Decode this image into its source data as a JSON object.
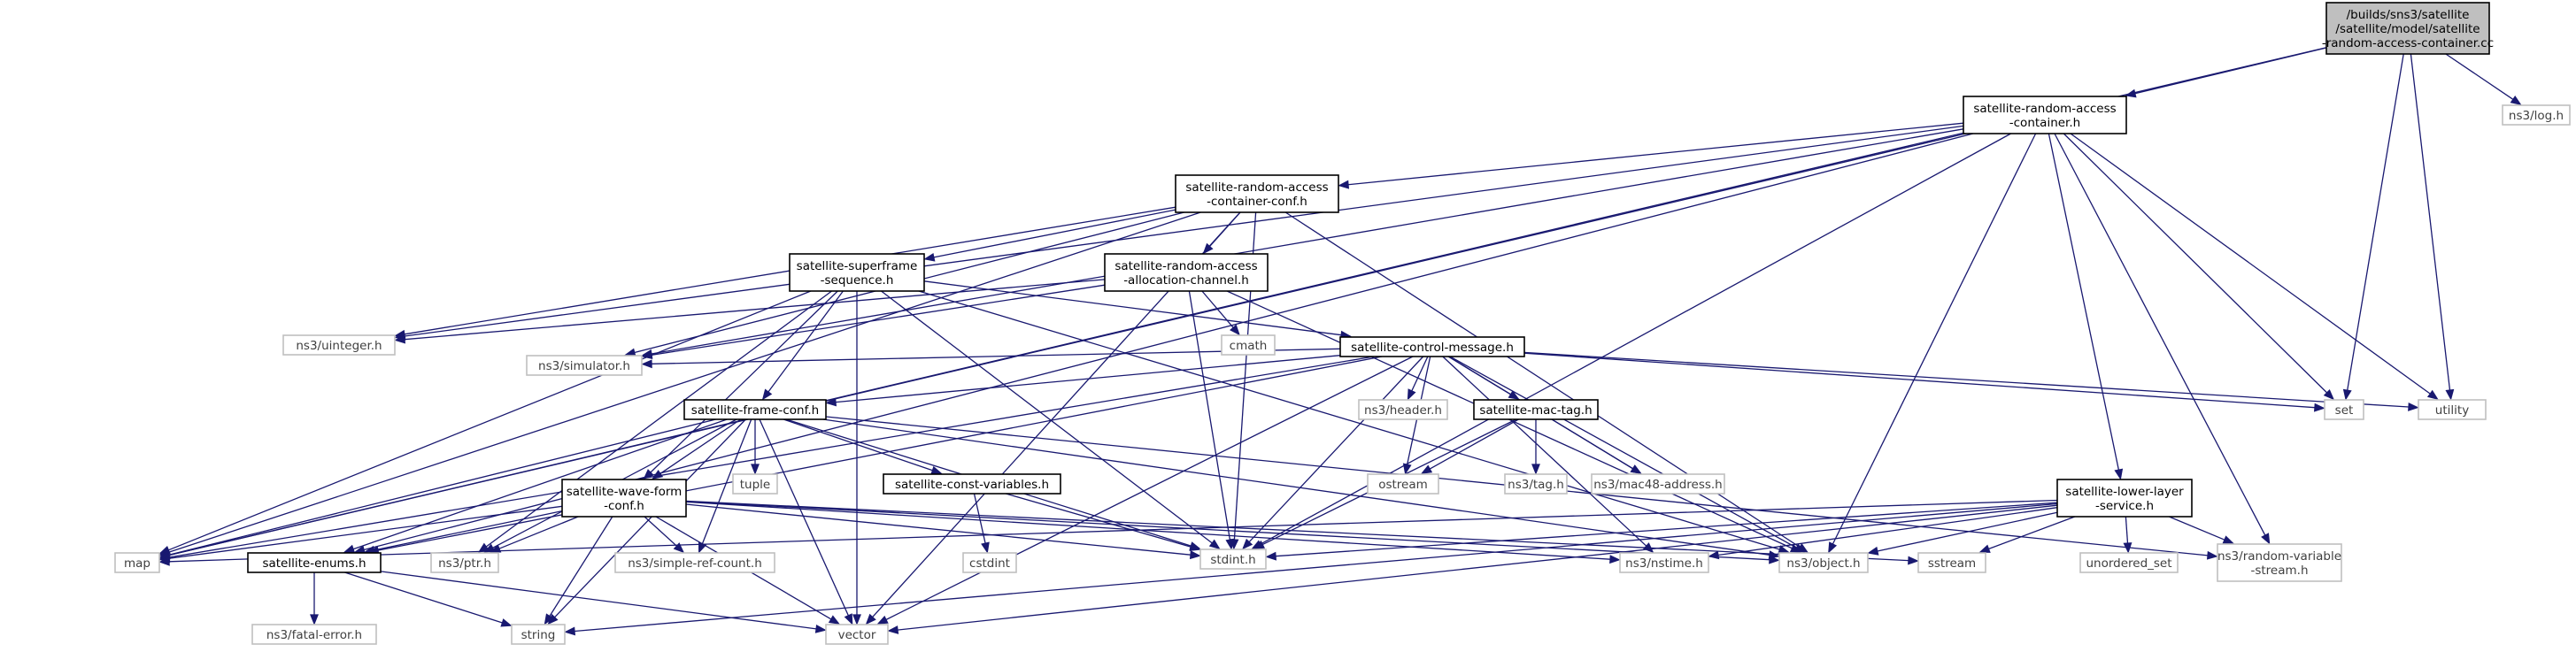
{
  "diagram": {
    "title": "",
    "colors": {
      "edge": "#191970",
      "root_fill": "#bfbfbf",
      "root_border": "#000000",
      "project_fill": "#ffffff",
      "project_border": "#000000",
      "external_fill": "#ffffff",
      "external_border": "#bfbfbf",
      "project_text": "#000000",
      "external_text": "#404040"
    },
    "nodes": [
      {
        "id": "root",
        "kind": "root",
        "lines": [
          "/builds/sns3/satellite",
          "/satellite/model/satellite",
          "-random-access-container.cc"
        ]
      },
      {
        "id": "ra_container",
        "kind": "project",
        "lines": [
          "satellite-random-access",
          "-container.h"
        ]
      },
      {
        "id": "log",
        "kind": "external",
        "lines": [
          "ns3/log.h"
        ]
      },
      {
        "id": "ra_conf",
        "kind": "project",
        "lines": [
          "satellite-random-access",
          "-container-conf.h"
        ]
      },
      {
        "id": "superframe",
        "kind": "project",
        "lines": [
          "satellite-superframe",
          "-sequence.h"
        ]
      },
      {
        "id": "ra_alloc",
        "kind": "project",
        "lines": [
          "satellite-random-access",
          "-allocation-channel.h"
        ]
      },
      {
        "id": "uinteger",
        "kind": "external",
        "lines": [
          "ns3/uinteger.h"
        ]
      },
      {
        "id": "cmath",
        "kind": "external",
        "lines": [
          "cmath"
        ]
      },
      {
        "id": "ctrl_msg",
        "kind": "project",
        "lines": [
          "satellite-control-message.h"
        ]
      },
      {
        "id": "simulator",
        "kind": "external",
        "lines": [
          "ns3/simulator.h"
        ]
      },
      {
        "id": "frame_conf",
        "kind": "project",
        "lines": [
          "satellite-frame-conf.h"
        ]
      },
      {
        "id": "header",
        "kind": "external",
        "lines": [
          "ns3/header.h"
        ]
      },
      {
        "id": "mac_tag",
        "kind": "project",
        "lines": [
          "satellite-mac-tag.h"
        ]
      },
      {
        "id": "set",
        "kind": "external",
        "lines": [
          "set"
        ]
      },
      {
        "id": "utility",
        "kind": "external",
        "lines": [
          "utility"
        ]
      },
      {
        "id": "tuple",
        "kind": "external",
        "lines": [
          "tuple"
        ]
      },
      {
        "id": "ostream",
        "kind": "external",
        "lines": [
          "ostream"
        ]
      },
      {
        "id": "tag",
        "kind": "external",
        "lines": [
          "ns3/tag.h"
        ]
      },
      {
        "id": "mac48",
        "kind": "external",
        "lines": [
          "ns3/mac48-address.h"
        ]
      },
      {
        "id": "wave_form",
        "kind": "project",
        "lines": [
          "satellite-wave-form",
          "-conf.h"
        ]
      },
      {
        "id": "const_vars",
        "kind": "project",
        "lines": [
          "satellite-const-variables.h"
        ]
      },
      {
        "id": "lower_layer",
        "kind": "project",
        "lines": [
          "satellite-lower-layer",
          "-service.h"
        ]
      },
      {
        "id": "cstdint",
        "kind": "external",
        "lines": [
          "cstdint"
        ]
      },
      {
        "id": "map",
        "kind": "external",
        "lines": [
          "map"
        ]
      },
      {
        "id": "enums",
        "kind": "project",
        "lines": [
          "satellite-enums.h"
        ]
      },
      {
        "id": "ptr",
        "kind": "external",
        "lines": [
          "ns3/ptr.h"
        ]
      },
      {
        "id": "simple_ref",
        "kind": "external",
        "lines": [
          "ns3/simple-ref-count.h"
        ]
      },
      {
        "id": "stdint",
        "kind": "external",
        "lines": [
          "stdint.h"
        ]
      },
      {
        "id": "nstime",
        "kind": "external",
        "lines": [
          "ns3/nstime.h"
        ]
      },
      {
        "id": "object",
        "kind": "external",
        "lines": [
          "ns3/object.h"
        ]
      },
      {
        "id": "sstream",
        "kind": "external",
        "lines": [
          "sstream"
        ]
      },
      {
        "id": "unordered_set",
        "kind": "external",
        "lines": [
          "unordered_set"
        ]
      },
      {
        "id": "random_var",
        "kind": "external",
        "lines": [
          "ns3/random-variable",
          "-stream.h"
        ]
      },
      {
        "id": "fatal_error",
        "kind": "external",
        "lines": [
          "ns3/fatal-error.h"
        ]
      },
      {
        "id": "string",
        "kind": "external",
        "lines": [
          "string"
        ]
      },
      {
        "id": "vector",
        "kind": "external",
        "lines": [
          "vector"
        ]
      }
    ],
    "edges": [
      [
        "root",
        "ra_container"
      ],
      [
        "root",
        "log"
      ],
      [
        "root",
        "map"
      ],
      [
        "root",
        "set"
      ],
      [
        "root",
        "utility"
      ],
      [
        "ra_container",
        "ra_conf"
      ],
      [
        "ra_container",
        "lower_layer"
      ],
      [
        "ra_container",
        "stdint"
      ],
      [
        "ra_container",
        "map"
      ],
      [
        "ra_container",
        "set"
      ],
      [
        "ra_container",
        "utility"
      ],
      [
        "ra_container",
        "object"
      ],
      [
        "ra_container",
        "simulator"
      ],
      [
        "ra_container",
        "uinteger"
      ],
      [
        "ra_container",
        "enums"
      ],
      [
        "ra_container",
        "random_var"
      ],
      [
        "ra_conf",
        "superframe"
      ],
      [
        "ra_conf",
        "ra_alloc"
      ],
      [
        "ra_conf",
        "uinteger"
      ],
      [
        "ra_conf",
        "simulator"
      ],
      [
        "ra_conf",
        "map"
      ],
      [
        "ra_conf",
        "stdint"
      ],
      [
        "ra_conf",
        "vector"
      ],
      [
        "ra_conf",
        "object"
      ],
      [
        "superframe",
        "frame_conf"
      ],
      [
        "superframe",
        "wave_form"
      ],
      [
        "superframe",
        "ctrl_msg"
      ],
      [
        "superframe",
        "stdint"
      ],
      [
        "superframe",
        "vector"
      ],
      [
        "superframe",
        "map"
      ],
      [
        "superframe",
        "ptr"
      ],
      [
        "superframe",
        "object"
      ],
      [
        "ra_alloc",
        "cmath"
      ],
      [
        "ra_alloc",
        "stdint"
      ],
      [
        "ra_alloc",
        "uinteger"
      ],
      [
        "ra_alloc",
        "simulator"
      ],
      [
        "ra_alloc",
        "object"
      ],
      [
        "ctrl_msg",
        "frame_conf"
      ],
      [
        "ctrl_msg",
        "mac_tag"
      ],
      [
        "ctrl_msg",
        "header"
      ],
      [
        "ctrl_msg",
        "ostream"
      ],
      [
        "ctrl_msg",
        "mac48"
      ],
      [
        "ctrl_msg",
        "set"
      ],
      [
        "ctrl_msg",
        "utility"
      ],
      [
        "ctrl_msg",
        "simulator"
      ],
      [
        "ctrl_msg",
        "map"
      ],
      [
        "ctrl_msg",
        "stdint"
      ],
      [
        "ctrl_msg",
        "nstime"
      ],
      [
        "ctrl_msg",
        "object"
      ],
      [
        "ctrl_msg",
        "vector"
      ],
      [
        "ctrl_msg",
        "enums"
      ],
      [
        "frame_conf",
        "wave_form"
      ],
      [
        "frame_conf",
        "const_vars"
      ],
      [
        "frame_conf",
        "tuple"
      ],
      [
        "frame_conf",
        "map"
      ],
      [
        "frame_conf",
        "enums"
      ],
      [
        "frame_conf",
        "ptr"
      ],
      [
        "frame_conf",
        "simple_ref"
      ],
      [
        "frame_conf",
        "string"
      ],
      [
        "frame_conf",
        "vector"
      ],
      [
        "frame_conf",
        "stdint"
      ],
      [
        "frame_conf",
        "object"
      ],
      [
        "frame_conf",
        "random_var"
      ],
      [
        "mac_tag",
        "ostream"
      ],
      [
        "mac_tag",
        "tag"
      ],
      [
        "mac_tag",
        "mac48"
      ],
      [
        "mac_tag",
        "stdint"
      ],
      [
        "wave_form",
        "enums"
      ],
      [
        "wave_form",
        "map"
      ],
      [
        "wave_form",
        "ptr"
      ],
      [
        "wave_form",
        "simple_ref"
      ],
      [
        "wave_form",
        "string"
      ],
      [
        "wave_form",
        "vector"
      ],
      [
        "wave_form",
        "stdint"
      ],
      [
        "wave_form",
        "nstime"
      ],
      [
        "wave_form",
        "object"
      ],
      [
        "wave_form",
        "sstream"
      ],
      [
        "const_vars",
        "cstdint"
      ],
      [
        "const_vars",
        "stdint"
      ],
      [
        "lower_layer",
        "stdint"
      ],
      [
        "lower_layer",
        "nstime"
      ],
      [
        "lower_layer",
        "object"
      ],
      [
        "lower_layer",
        "sstream"
      ],
      [
        "lower_layer",
        "unordered_set"
      ],
      [
        "lower_layer",
        "random_var"
      ],
      [
        "lower_layer",
        "string"
      ],
      [
        "lower_layer",
        "vector"
      ],
      [
        "lower_layer",
        "map"
      ],
      [
        "enums",
        "fatal_error"
      ],
      [
        "enums",
        "string"
      ],
      [
        "enums",
        "vector"
      ]
    ]
  }
}
